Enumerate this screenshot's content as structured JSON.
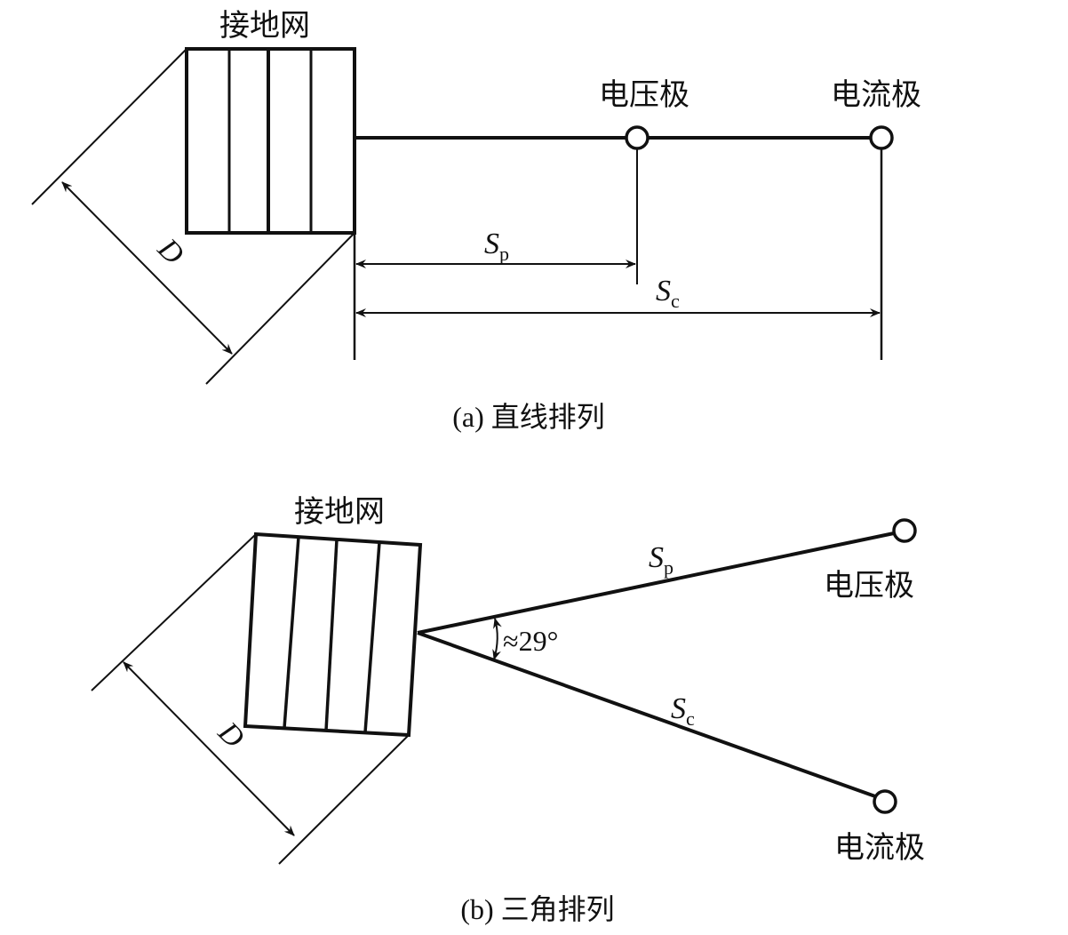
{
  "diagram_a": {
    "grid_label": "接地网",
    "voltage_pole": "电压极",
    "current_pole": "电流极",
    "sp": {
      "main": "S",
      "sub": "p"
    },
    "sc": {
      "main": "S",
      "sub": "c"
    },
    "d_label": "D",
    "caption": "(a)  直线排列"
  },
  "diagram_b": {
    "grid_label": "接地网",
    "voltage_pole": "电压极",
    "current_pole": "电流极",
    "sp": {
      "main": "S",
      "sub": "p"
    },
    "sc": {
      "main": "S",
      "sub": "c"
    },
    "d_label": "D",
    "angle": "≈29°",
    "caption": "(b)  三角排列"
  },
  "colors": {
    "line": "#111111",
    "background": "#ffffff"
  }
}
